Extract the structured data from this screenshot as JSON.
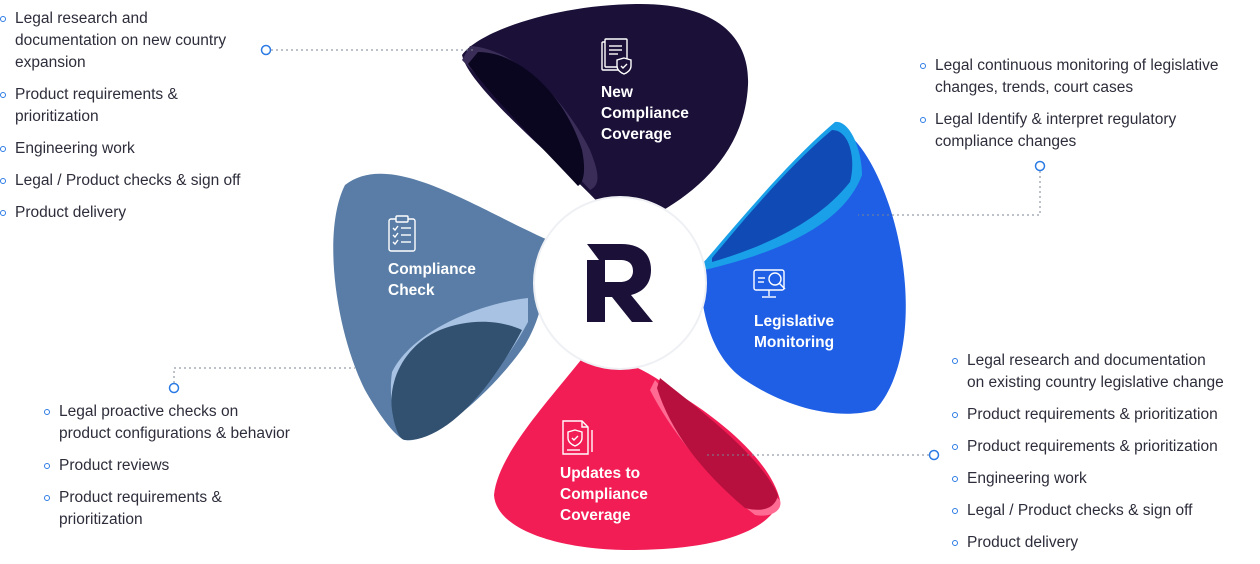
{
  "brand": {
    "logo_letter": "R"
  },
  "colors": {
    "new_coverage": "#1b1038",
    "monitoring": "#1f5fe6",
    "updates": "#f21d55",
    "compliance_check": "#597da6",
    "connector": "#2c7be5"
  },
  "petals": {
    "new_coverage": {
      "title": "New\nCompliance\nCoverage",
      "icon": "document-shield-icon"
    },
    "monitoring": {
      "title": "Legislative\nMonitoring",
      "icon": "monitor-search-icon"
    },
    "updates": {
      "title": "Updates to\nCompliance\nCoverage",
      "icon": "document-check-icon"
    },
    "compliance_check": {
      "title": "Compliance\nCheck",
      "icon": "clipboard-checklist-icon"
    }
  },
  "lists": {
    "new_coverage": [
      "Legal research and\ndocumentation on new country\nexpansion",
      "Product requirements &\nprioritization",
      "Engineering work",
      "Legal / Product checks & sign off",
      "Product delivery"
    ],
    "monitoring": [
      "Legal continuous monitoring of legislative\nchanges, trends, court cases",
      "Legal Identify & interpret regulatory\ncompliance changes"
    ],
    "updates": [
      "Legal research and documentation\non existing country legislative change",
      "Product requirements & prioritization",
      "Product requirements & prioritization",
      "Engineering work",
      "Legal / Product checks & sign off",
      "Product delivery"
    ],
    "compliance_check": [
      "Legal proactive checks on\nproduct configurations & behavior",
      "Product reviews",
      "Product requirements &\nprioritization"
    ]
  }
}
